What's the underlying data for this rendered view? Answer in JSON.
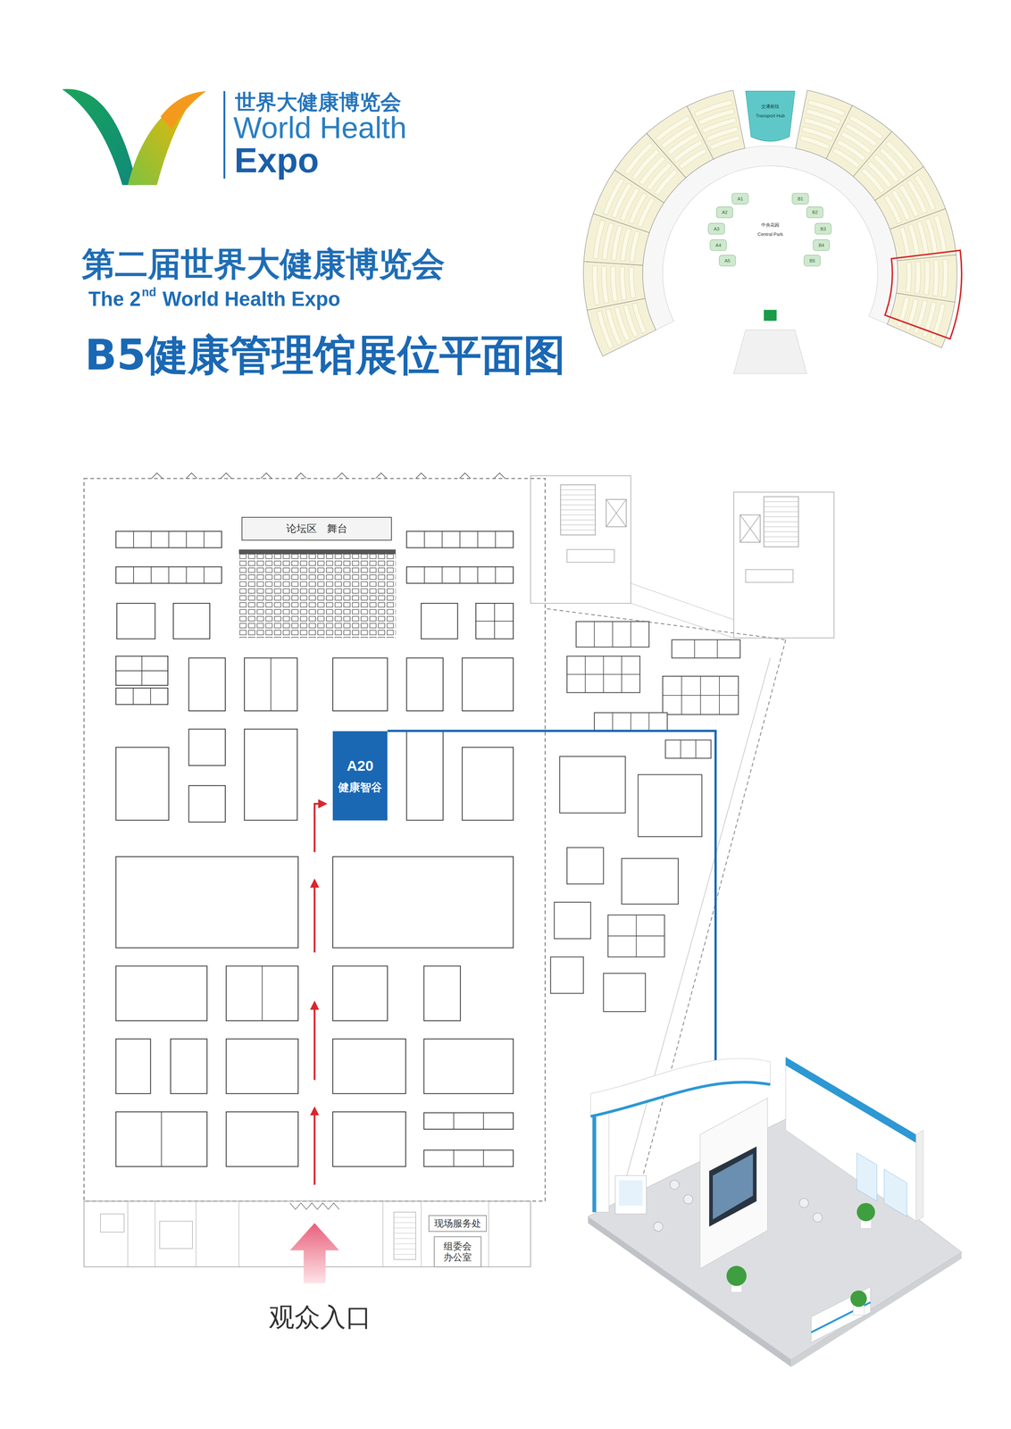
{
  "diagram": {
    "title": "B5健康管理馆展位平面图",
    "nodes": [
      {
        "text": [
          "论坛区　舞台"
        ]
      },
      {
        "text": [
          "A20",
          "健康智谷"
        ]
      },
      {
        "text": [
          "现场服务处"
        ]
      },
      {
        "text": [
          "组委会 办公室"
        ]
      }
    ],
    "labels": [
      "世界大健康博览会",
      "World Health",
      "Expo",
      "第二届世界大健康博览会",
      "The 2",
      "nd",
      "World Health Expo",
      "交通枢纽",
      "Transport Hub",
      "中央花园",
      "Central Park",
      "A1",
      "A2",
      "A3",
      "A4",
      "A5",
      "B1",
      "B2",
      "B3",
      "B4",
      "B5",
      "观众入口"
    ]
  }
}
